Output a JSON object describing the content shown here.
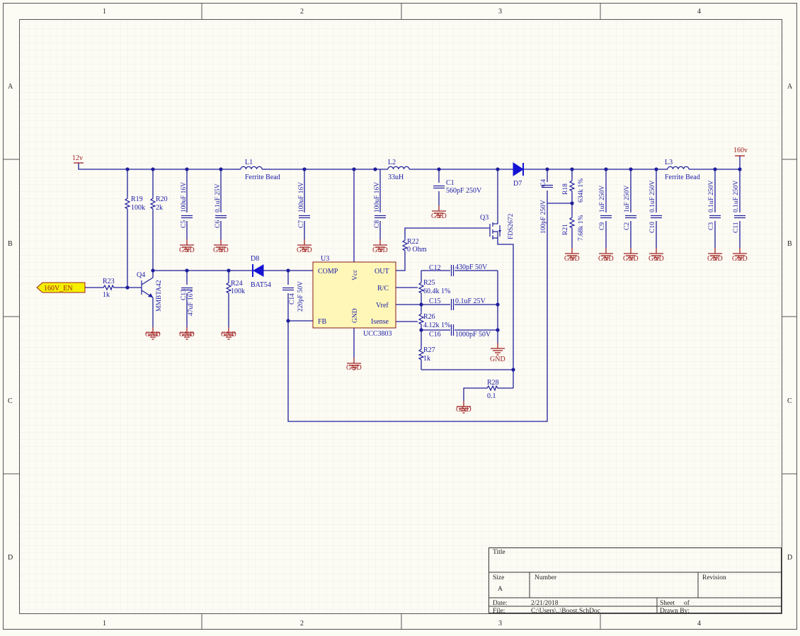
{
  "zones": {
    "columns": [
      "1",
      "2",
      "3",
      "4"
    ],
    "rows": [
      "A",
      "B",
      "C",
      "D"
    ]
  },
  "power": {
    "in": "12v",
    "out": "160v",
    "gnd": "GND"
  },
  "ports": {
    "enable": "160V_EN"
  },
  "parts": {
    "L1": {
      "ref": "L1",
      "value": "Ferrite Bead"
    },
    "L2": {
      "ref": "L2",
      "value": "33uH"
    },
    "L3": {
      "ref": "L3",
      "value": "Ferrite Bead"
    },
    "C1": {
      "ref": "C1",
      "value": "560pF 250V"
    },
    "C2": {
      "ref": "C2",
      "value": "1uF 250V"
    },
    "C3": {
      "ref": "C3",
      "value": "0.1uF 250V"
    },
    "C4": {
      "ref": "C4",
      "value": "100pF 250V"
    },
    "C5": {
      "ref": "C5",
      "value": "100uF 16V"
    },
    "C6": {
      "ref": "C6",
      "value": "0.1uF 25V"
    },
    "C7": {
      "ref": "C7",
      "value": "100uF 16V"
    },
    "C8": {
      "ref": "C8",
      "value": "100uF 16V"
    },
    "C9": {
      "ref": "C9",
      "value": "1uF 250V"
    },
    "C10": {
      "ref": "C10",
      "value": "0.1uF 250V"
    },
    "C11": {
      "ref": "C11",
      "value": "0.1uF 250V"
    },
    "C12": {
      "ref": "C12",
      "value": "430pF 50V"
    },
    "C13": {
      "ref": "C13",
      "value": "47uF 16V"
    },
    "C14": {
      "ref": "C14",
      "value": "220pF 50V"
    },
    "C15": {
      "ref": "C15",
      "value": "0.1uF 25V"
    },
    "C16": {
      "ref": "C16",
      "value": "1000pF 50V"
    },
    "D7": {
      "ref": "D7"
    },
    "D8": {
      "ref": "D8",
      "value": "BAT54"
    },
    "Q3": {
      "ref": "Q3",
      "value": "FDS2672"
    },
    "Q4": {
      "ref": "Q4",
      "value": "MMBTA42"
    },
    "R18": {
      "ref": "R18",
      "value": "634k 1%"
    },
    "R19": {
      "ref": "R19",
      "value": "100k"
    },
    "R20": {
      "ref": "R20",
      "value": "2k"
    },
    "R21": {
      "ref": "R21",
      "value": "7.68k 1%"
    },
    "R22": {
      "ref": "R22",
      "value": "0 Ohm"
    },
    "R23": {
      "ref": "R23",
      "value": "1k"
    },
    "R24": {
      "ref": "R24",
      "value": "100k"
    },
    "R25": {
      "ref": "R25",
      "value": "60.4k 1%"
    },
    "R26": {
      "ref": "R26",
      "value": "4.12k 1%"
    },
    "R27": {
      "ref": "R27",
      "value": "1k"
    },
    "R28": {
      "ref": "R28",
      "value": "0.1"
    },
    "U3": {
      "ref": "U3",
      "value": "UCC3803",
      "pins": {
        "comp": "COMP",
        "vcc": "Vcc",
        "out": "OUT",
        "rc": "R/C",
        "vref": "Vref",
        "fb": "FB",
        "gnd": "GND",
        "isense": "Isense"
      }
    }
  },
  "title_block": {
    "title_label": "Title",
    "size_label": "Size",
    "size_value": "A",
    "number_label": "Number",
    "revision_label": "Revision",
    "date_label": "Date:",
    "date_value": "2/21/2018",
    "file_label": "File:",
    "file_value": "C:\\Users\\..\\Boost.SchDoc",
    "sheet_label": "Sheet",
    "of_label": "of",
    "drawn_label": "Drawn By:"
  },
  "colors": {
    "background": "#fcfbf4",
    "wire": "#1e1e9c",
    "power": "#a02020",
    "diode_fill": "#1414d2",
    "chip_fill": "#fff7b8",
    "port_fill": "#f4f000"
  }
}
